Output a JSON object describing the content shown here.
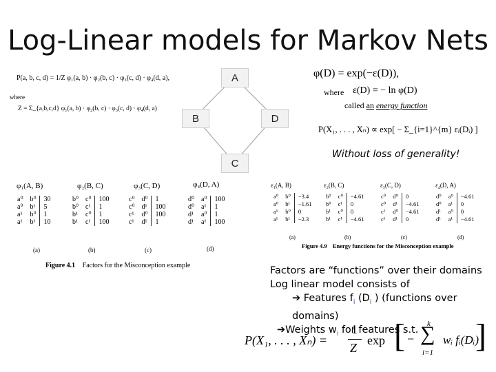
{
  "title": "Log-Linear models for Markov Nets",
  "graph": {
    "nodes": {
      "a": "A",
      "b": "B",
      "c": "C",
      "d": "D"
    }
  },
  "left_formulas": {
    "p_def": "P(a, b, c, d) = 1/Z φ₁(a, b) · φ₂(b, c) · φ₃(c, d) · φ₄(d, a),",
    "where": "where",
    "z_def": "Z = Σ_{a,b,c,d} φ₁(a, b) · φ₂(b, c) · φ₃(c, d) · φ₄(d, a)"
  },
  "right_formulas": {
    "phi": "φ(D) = exp(−ε(D)),",
    "where": "where",
    "eps": "ε(D) = − ln φ(D)",
    "called": "called",
    "an": "an",
    "energy_function": "energy function",
    "p_expr": "P(X₁, . . . , Xₙ) ∝ exp[ − Σ_{i=1}^{m} εᵢ(Dᵢ) ]",
    "without_loss": "Without loss of generality!"
  },
  "factor_tables": {
    "headers": [
      "φ₁(A, B)",
      "φ₂(B, C)",
      "φ₃(C, D)",
      "φ₄(D, A)"
    ],
    "t1": [
      [
        "a⁰",
        "b⁰",
        "30"
      ],
      [
        "a⁰",
        "b¹",
        "5"
      ],
      [
        "a¹",
        "b⁰",
        "1"
      ],
      [
        "a¹",
        "b¹",
        "10"
      ]
    ],
    "t2": [
      [
        "b⁰",
        "c⁰",
        "100"
      ],
      [
        "b⁰",
        "c¹",
        "1"
      ],
      [
        "b¹",
        "c⁰",
        "1"
      ],
      [
        "b¹",
        "c¹",
        "100"
      ]
    ],
    "t3": [
      [
        "c⁰",
        "d⁰",
        "1"
      ],
      [
        "c⁰",
        "d¹",
        "100"
      ],
      [
        "c¹",
        "d⁰",
        "100"
      ],
      [
        "c¹",
        "d¹",
        "1"
      ]
    ],
    "t4": [
      [
        "d⁰",
        "a⁰",
        "100"
      ],
      [
        "d⁰",
        "a¹",
        "1"
      ],
      [
        "d¹",
        "a⁰",
        "1"
      ],
      [
        "d¹",
        "a¹",
        "100"
      ]
    ],
    "sub_labels": [
      "(a)",
      "(b)",
      "(c)",
      "(d)"
    ],
    "caption_num": "Figure 4.1",
    "caption": "Factors for the Misconception example"
  },
  "energy_tables": {
    "headers": [
      "ε₁(A, B)",
      "ε₂(B, C)",
      "ε₃(C, D)",
      "ε₄(D, A)"
    ],
    "t1": [
      [
        "a⁰",
        "b⁰",
        "−3.4"
      ],
      [
        "a⁰",
        "b¹",
        "−1.61"
      ],
      [
        "a¹",
        "b⁰",
        "0"
      ],
      [
        "a¹",
        "b¹",
        "−2.3"
      ]
    ],
    "t2": [
      [
        "b⁰",
        "c⁰",
        "−4.61"
      ],
      [
        "b⁰",
        "c¹",
        "0"
      ],
      [
        "b¹",
        "c⁰",
        "0"
      ],
      [
        "b¹",
        "c¹",
        "−4.61"
      ]
    ],
    "t3": [
      [
        "c⁰",
        "d⁰",
        "0"
      ],
      [
        "c⁰",
        "d¹",
        "−4.61"
      ],
      [
        "c¹",
        "d⁰",
        "−4.61"
      ],
      [
        "c¹",
        "d¹",
        "0"
      ]
    ],
    "t4": [
      [
        "d⁰",
        "a⁰",
        "−4.61"
      ],
      [
        "d⁰",
        "a¹",
        "0"
      ],
      [
        "d¹",
        "a⁰",
        "0"
      ],
      [
        "d¹",
        "a¹",
        "−4.61"
      ]
    ],
    "sub_labels": [
      "(a)",
      "(b)",
      "(c)",
      "(d)"
    ],
    "caption_num": "Figure 4.9",
    "caption": "Energy functions for the Misconception example"
  },
  "bullets": {
    "line1": "Factors are “functions” over their domains",
    "line2": "Log linear model consists of",
    "line3_pre": "Features f",
    "line3_sub": "i",
    "line3_mid": " (D",
    "line3_sub2": "i",
    "line3_post": " ) (functions over domains)",
    "line4_pre": "Weights w",
    "line4_sub": "i",
    "line4_post": " for features s.t."
  },
  "final_formula": {
    "lhs": "P(X₁, . . . , Xₙ) =",
    "frac_num": "1",
    "frac_den": "Z",
    "exp": "exp",
    "sum_top": "k",
    "sum_bottom": "i=1",
    "body": "wᵢ fᵢ(Dᵢ)"
  }
}
